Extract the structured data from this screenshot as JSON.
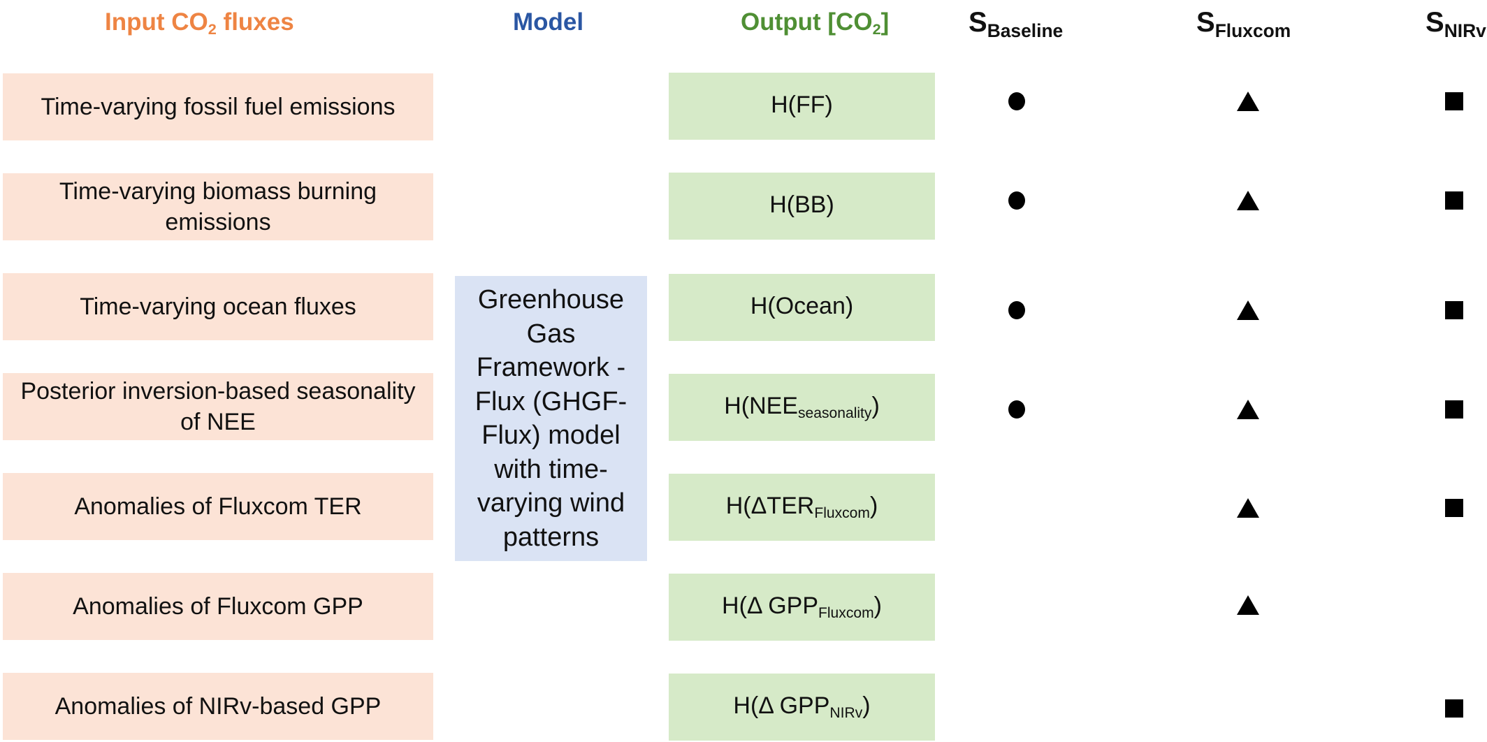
{
  "headers": {
    "input_main": "Input CO",
    "input_sub": "2",
    "input_tail": " fluxes",
    "model": "Model",
    "output_main": "Output [CO",
    "output_sub": "2",
    "output_tail": "]",
    "s_letter": "S",
    "s_baseline": "Baseline",
    "s_fluxcom": "Fluxcom",
    "s_nirv": "NIRv"
  },
  "model_text": "Greenhouse Gas Framework - Flux (GHGF-Flux) model with time-varying wind patterns",
  "rows": [
    {
      "input": "Time-varying fossil fuel emissions",
      "output_main": "H(FF)",
      "output_sub": "",
      "output_tail": "",
      "baseline": true,
      "fluxcom": true,
      "nirv": true
    },
    {
      "input": "Time-varying biomass burning emissions",
      "output_main": "H(BB)",
      "output_sub": "",
      "output_tail": "",
      "baseline": true,
      "fluxcom": true,
      "nirv": true
    },
    {
      "input": "Time-varying ocean fluxes",
      "output_main": "H(Ocean)",
      "output_sub": "",
      "output_tail": "",
      "baseline": true,
      "fluxcom": true,
      "nirv": true
    },
    {
      "input": "Posterior inversion-based seasonality of NEE",
      "output_main": "H(NEE",
      "output_sub": "seasonality",
      "output_tail": ")",
      "baseline": true,
      "fluxcom": true,
      "nirv": true
    },
    {
      "input": "Anomalies of Fluxcom TER",
      "output_main": "H(ΔTER",
      "output_sub": "Fluxcom",
      "output_tail": ")",
      "baseline": false,
      "fluxcom": true,
      "nirv": true
    },
    {
      "input": "Anomalies of Fluxcom GPP",
      "output_main": "H(Δ GPP",
      "output_sub": "Fluxcom",
      "output_tail": ")",
      "baseline": false,
      "fluxcom": true,
      "nirv": false
    },
    {
      "input": "Anomalies of NIRv-based GPP",
      "output_main": "H(Δ GPP",
      "output_sub": "NIRv",
      "output_tail": ")",
      "baseline": false,
      "fluxcom": false,
      "nirv": true
    }
  ],
  "markers": {
    "baseline": "circle-marker",
    "fluxcom": "triangle-marker",
    "nirv": "square-marker"
  },
  "colors": {
    "input_header": "#ee8443",
    "model_header": "#2a56a3",
    "output_header": "#4f8f34",
    "input_box": "#fce3d6",
    "output_box": "#d6eac8",
    "model_box": "#dae3f4"
  }
}
